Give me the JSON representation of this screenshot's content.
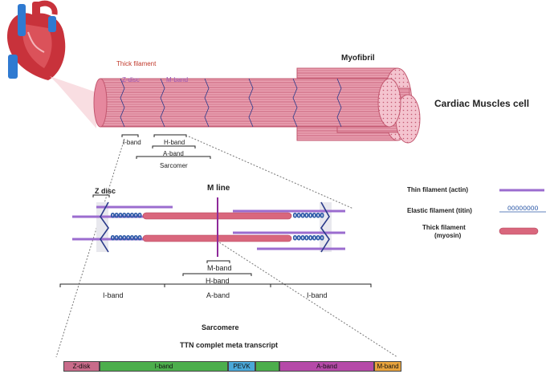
{
  "labels": {
    "thick_filament": "Thick filament",
    "z_disc": "Z-disc",
    "m_band": "M-band",
    "myofibril": "Myofibril",
    "cardiac_cell": "Cardiac Muscles cell",
    "i_band_small": "I-band",
    "h_band_small": "H-band",
    "a_band_small": "A-band",
    "sarcomer": "Sarcomer",
    "z_disc_detail": "Z disc",
    "m_line": "M line",
    "m_band_detail": "M-band",
    "h_band_detail": "H-band",
    "i_band_left": "I-band",
    "a_band_detail": "A-band",
    "i_band_right": "I-band",
    "sarcomere": "Sarcomere",
    "ttn_title": "TTN complet meta transcript"
  },
  "legend": {
    "thin": "Thin filament (actin)",
    "elastic": "Elastic filament (titin)",
    "thick_line1": "Thick filament",
    "thick_line2": "(myosin)"
  },
  "transcript": [
    {
      "label": "Z-disk",
      "color": "#c86b8a"
    },
    {
      "label": "I-band",
      "color": "#4cae4c"
    },
    {
      "label": "PEVK",
      "color": "#4aa8d8"
    },
    {
      "label": "",
      "color": "#4cae4c"
    },
    {
      "label": "A-band",
      "color": "#b54aa8"
    },
    {
      "label": "M-band",
      "color": "#e8a33d"
    }
  ],
  "colors": {
    "muscle_pink": "#e6889e",
    "muscle_dark": "#c2576f",
    "thin_filament": "#9b6ccf",
    "titin": "#2e5aa8",
    "myosin": "#d9677d",
    "m_line": "#8e2a9a"
  }
}
